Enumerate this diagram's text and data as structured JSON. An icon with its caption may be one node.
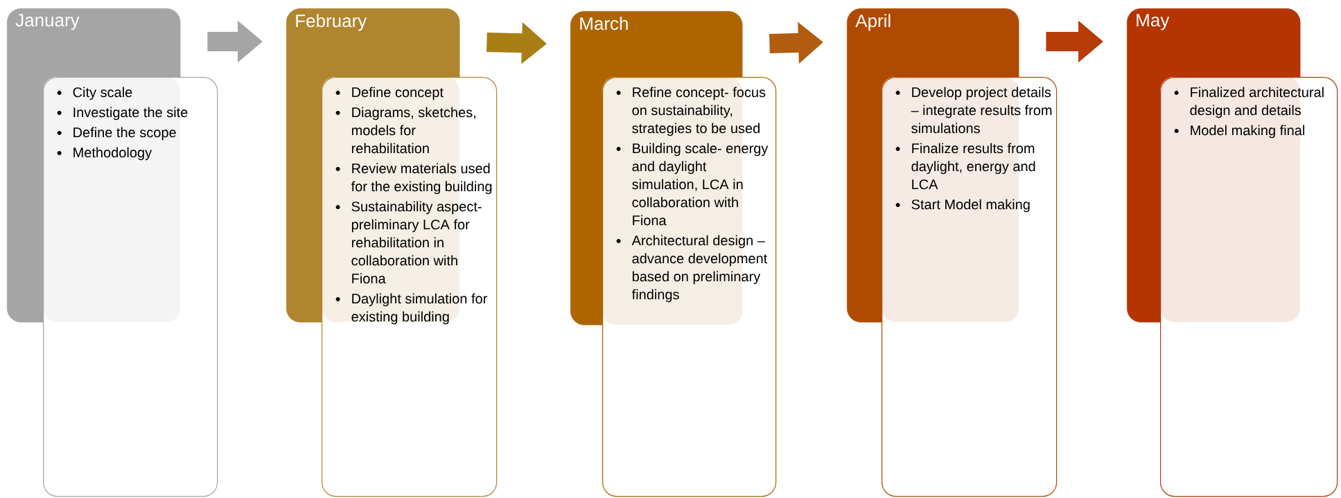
{
  "diagram": {
    "nodes": [
      {
        "text": [
          "January",
          "City scale",
          "Investigate the site",
          "Define the scope",
          "Methodology"
        ]
      },
      {
        "text": [
          "February",
          "Define concept",
          "Diagrams, sketches, models for rehabilitation",
          "Review materials used for the existing building",
          "Sustainability aspect- preliminary LCA for rehabilitation in collaboration with Fiona",
          "Daylight simulation for existing building"
        ]
      },
      {
        "text": [
          "March",
          "Refine concept- focus on sustainability, strategies to be used",
          "Building scale- energy and daylight simulation, LCA in collaboration with Fiona",
          "Architectural design – advance development based on preliminary findings"
        ]
      },
      {
        "text": [
          "April",
          "Develop project details – integrate results from simulations",
          "Finalize results from daylight, energy and LCA",
          "Start Model making"
        ]
      },
      {
        "text": [
          "May",
          "Finalized architectural design and details",
          "Model making final"
        ]
      }
    ],
    "edges": [
      {
        "from": 0,
        "to": 1,
        "arrow": "to",
        "color": "#a5a5a5"
      },
      {
        "from": 1,
        "to": 2,
        "arrow": "to",
        "color": "#a97f15"
      },
      {
        "from": 2,
        "to": 3,
        "arrow": "to",
        "color": "#b25c10"
      },
      {
        "from": 3,
        "to": 4,
        "arrow": "to",
        "color": "#b83c08"
      }
    ]
  }
}
